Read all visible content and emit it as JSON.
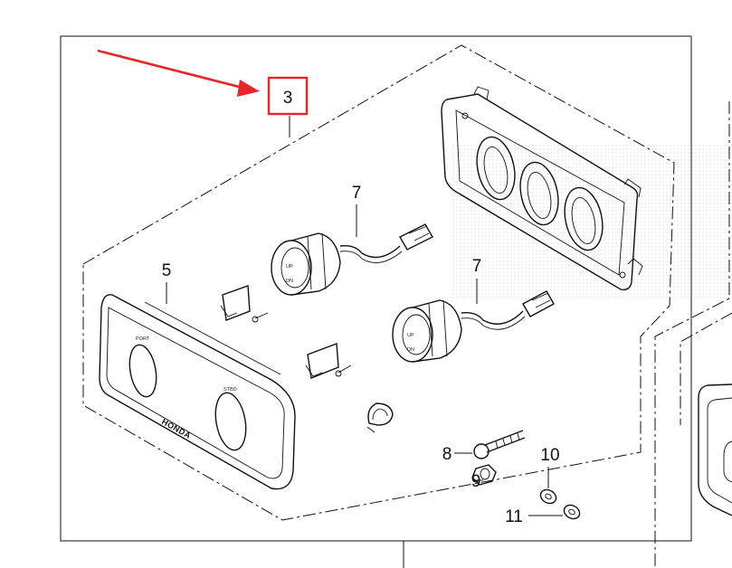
{
  "callouts": {
    "assembly": "3",
    "bezel": "5",
    "switch_upper": "7",
    "switch_lower": "7",
    "bolt": "8",
    "nut": "9",
    "washer_a": "10",
    "washer_b": "11"
  },
  "bezel_labels": {
    "left": "PORT",
    "right": "STBD",
    "brand": "HONDA"
  },
  "switch_labels": {
    "up": "UP",
    "dn": "DN"
  },
  "colors": {
    "arrow": "#e8262a",
    "highlight_box": "#e8262a",
    "ink": "#111111"
  },
  "icons": {
    "pointer": "red-arrow-icon"
  }
}
